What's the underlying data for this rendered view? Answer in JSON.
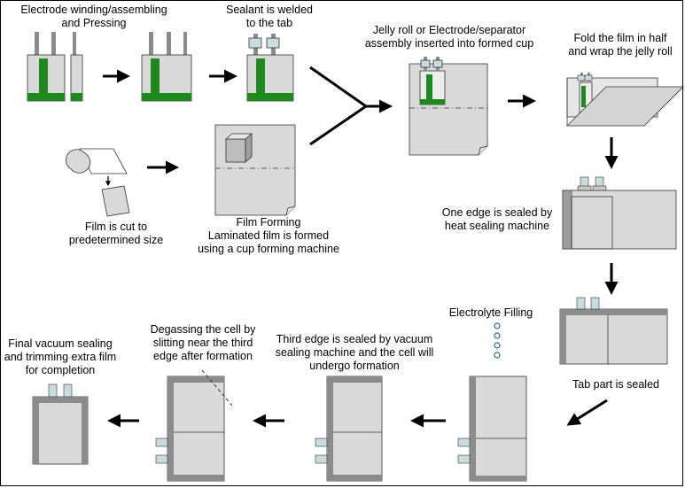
{
  "labels": {
    "electrode_winding_l1": "Electrode winding/assembling",
    "electrode_winding_l2": "and Pressing",
    "sealant_l1": "Sealant is welded",
    "sealant_l2": "to the tab",
    "jelly_roll_l1": "Jelly roll or Electrode/separator",
    "jelly_roll_l2": "assembly inserted into formed cup",
    "fold_l1": "Fold the film in half",
    "fold_l2": "and wrap the jelly roll",
    "film_cut_l1": "Film is cut to",
    "film_cut_l2": "predetermined size",
    "film_forming_l1": "Film Forming",
    "film_forming_l2": "Laminated film is formed",
    "film_forming_l3": "using a cup forming machine",
    "edge_sealed_l1": "One edge is sealed by",
    "edge_sealed_l2": "heat sealing machine",
    "electrolyte": "Electrolyte Filling",
    "tab_sealed": "Tab part is sealed",
    "third_edge_l1": "Third edge is sealed by vacuum",
    "third_edge_l2": "sealing machine and the cell will",
    "third_edge_l3": "undergo formation",
    "degassing_l1": "Degassing the cell by",
    "degassing_l2": "slitting near the third",
    "degassing_l3": "edge after formation",
    "final_l1": "Final vacuum sealing",
    "final_l2": "and trimming extra film",
    "final_l3": "for completion"
  },
  "colors": {
    "electrode_green": "#1e8a1e",
    "panel_gray": "#d9d9d9",
    "dark_gray": "#5a5a5a",
    "seal_gray": "#8c8c8c",
    "tab_cap": "#c8dce0",
    "arrow": "#000000"
  }
}
